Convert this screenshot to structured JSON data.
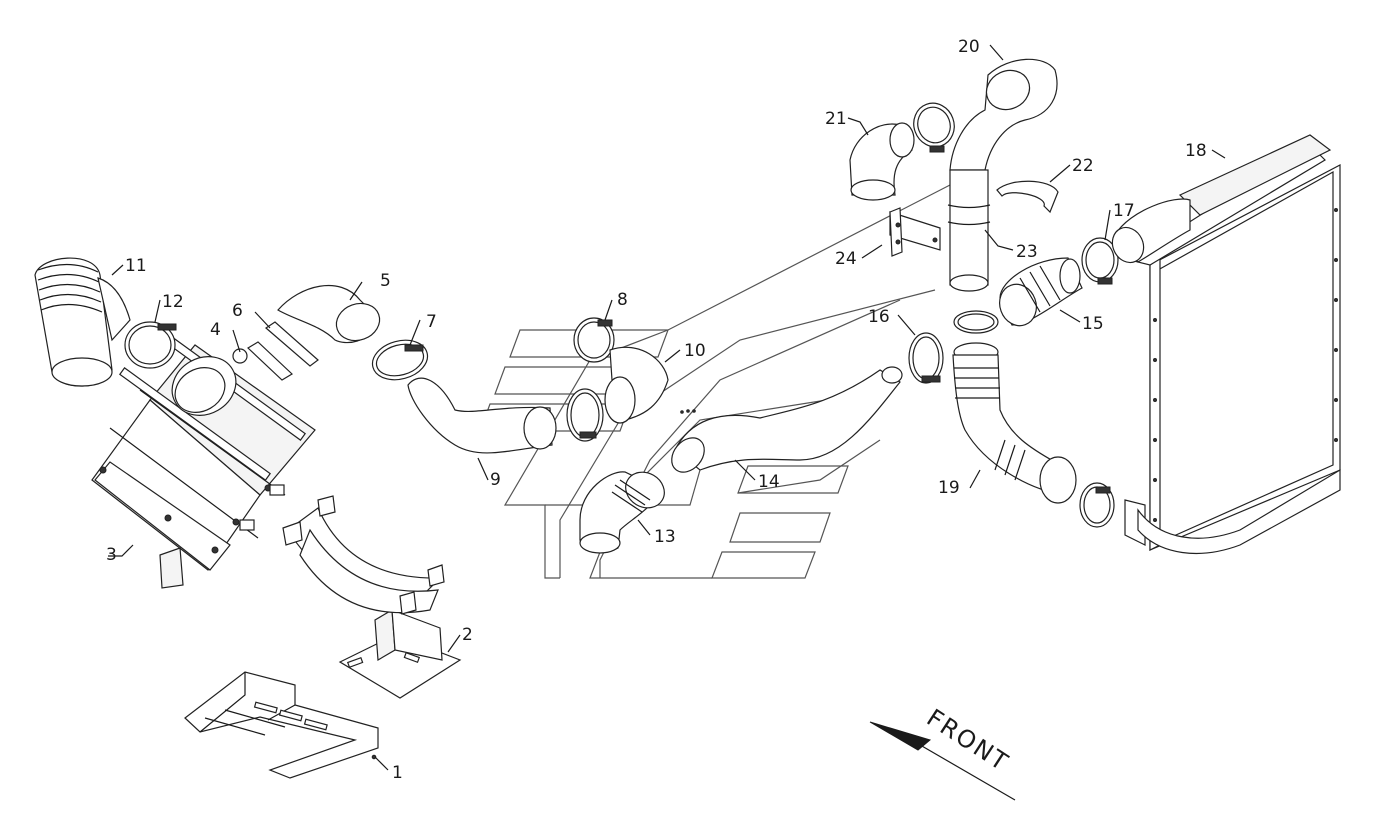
{
  "diagram": {
    "labels": [
      {
        "id": "1",
        "text": "1"
      },
      {
        "id": "2",
        "text": "2"
      },
      {
        "id": "3",
        "text": "3"
      },
      {
        "id": "4",
        "text": "4"
      },
      {
        "id": "5",
        "text": "5"
      },
      {
        "id": "6",
        "text": "6"
      },
      {
        "id": "7",
        "text": "7"
      },
      {
        "id": "8",
        "text": "8"
      },
      {
        "id": "9",
        "text": "9"
      },
      {
        "id": "10",
        "text": "10"
      },
      {
        "id": "11",
        "text": "11"
      },
      {
        "id": "12",
        "text": "12"
      },
      {
        "id": "13",
        "text": "13"
      },
      {
        "id": "14",
        "text": "14"
      },
      {
        "id": "15",
        "text": "15"
      },
      {
        "id": "16",
        "text": "16"
      },
      {
        "id": "17",
        "text": "17"
      },
      {
        "id": "18",
        "text": "18"
      },
      {
        "id": "19",
        "text": "19"
      },
      {
        "id": "20",
        "text": "20"
      },
      {
        "id": "21",
        "text": "21"
      },
      {
        "id": "22",
        "text": "22"
      },
      {
        "id": "23",
        "text": "23"
      },
      {
        "id": "24",
        "text": "24"
      }
    ],
    "direction_label": "FRONT"
  },
  "colors": {
    "line": "#1a1a1a",
    "watermark": "#555555",
    "background": "#ffffff"
  }
}
